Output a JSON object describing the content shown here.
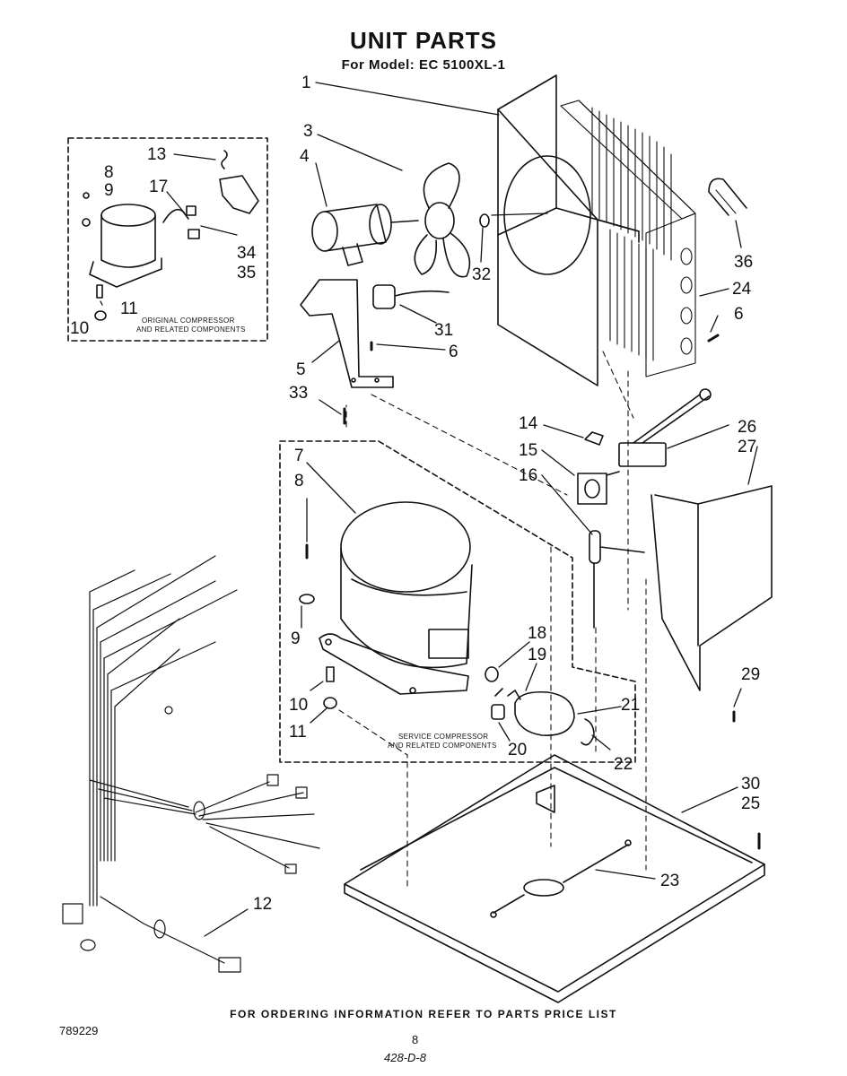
{
  "title": "UNIT PARTS",
  "subtitle": "For Model: EC 5100XL-1",
  "ordering_note": "FOR ORDERING INFORMATION REFER TO PARTS PRICE LIST",
  "doc_number": "789229",
  "page_number": "8",
  "handwritten_ref": "428-D-8",
  "box_original": {
    "line1": "ORIGINAL COMPRESSOR",
    "line2": "AND RELATED COMPONENTS"
  },
  "box_service": {
    "line1": "SERVICE COMPRESSOR",
    "line2": "AND RELATED COMPONENTS"
  },
  "callouts": [
    "1",
    "3",
    "4",
    "13",
    "8",
    "9",
    "17",
    "34",
    "35",
    "10",
    "11",
    "32",
    "36",
    "24",
    "6",
    "31",
    "5",
    "6",
    "33",
    "14",
    "26",
    "15",
    "27",
    "16",
    "7",
    "8",
    "9",
    "18",
    "19",
    "10",
    "11",
    "21",
    "20",
    "22",
    "29",
    "30",
    "25",
    "23",
    "12"
  ]
}
